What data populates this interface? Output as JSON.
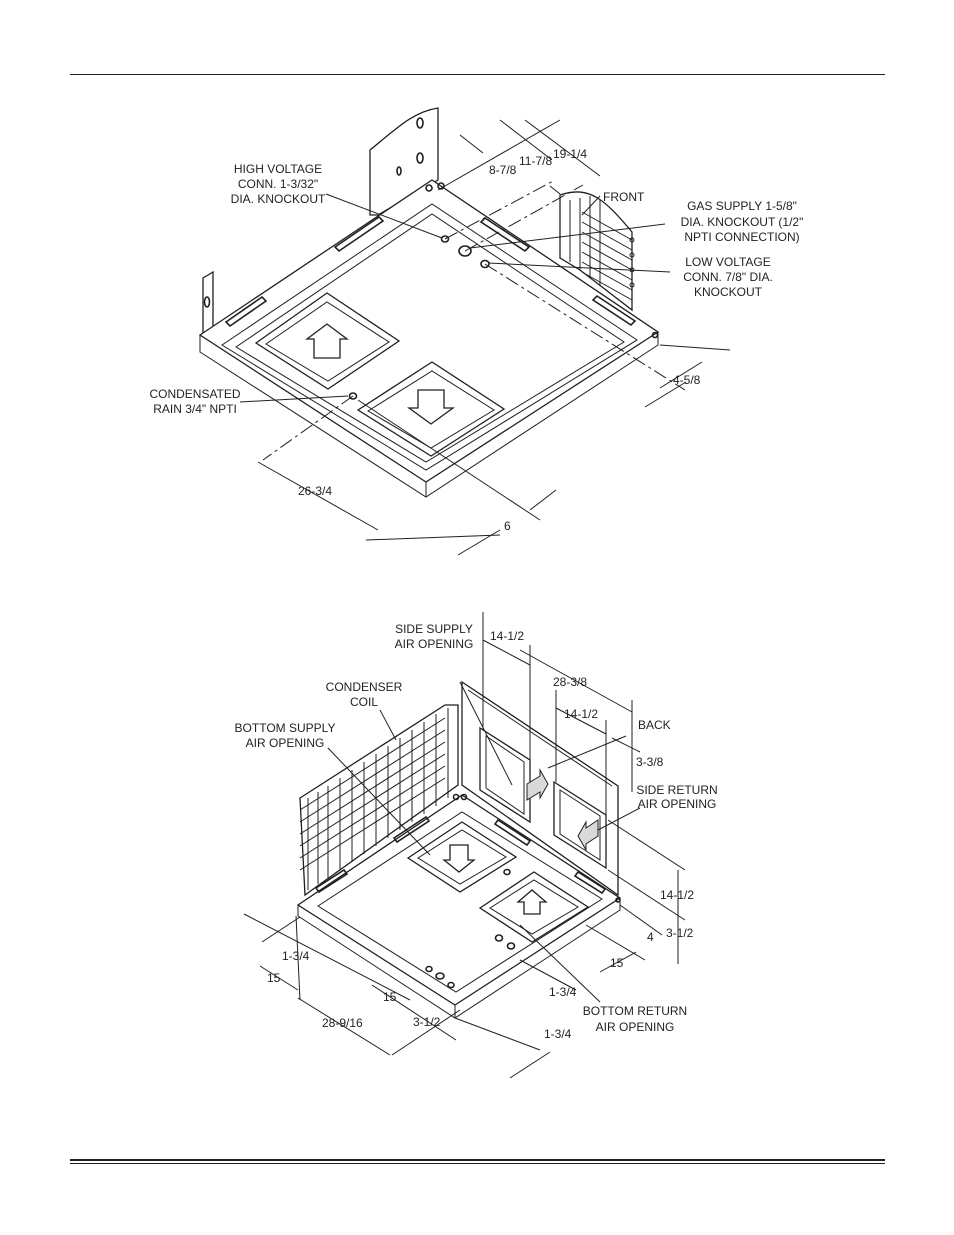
{
  "figure1": {
    "labels": {
      "high_voltage": [
        "HIGH VOLTAGE",
        "CONN. 1-3/32\"",
        "DIA. KNOCKOUT"
      ],
      "front": "FRONT",
      "gas_supply": [
        "GAS SUPPLY 1-5/8\"",
        "DIA. KNOCKOUT (1/2\"",
        "NPTI CONNECTION)"
      ],
      "low_voltage": [
        "LOW VOLTAGE",
        "CONN. 7/8\" DIA.",
        "KNOCKOUT"
      ],
      "condensated": [
        "CONDENSATED",
        "RAIN 3/4\" NPTI"
      ]
    },
    "dimensions": {
      "d_8_7_8": "8-7/8",
      "d_11_7_8": "11-7/8",
      "d_19_1_4": "19-1/4",
      "d_4_5_8": "4-5/8",
      "d_26_3_4": "26-3/4",
      "d_6": "6"
    }
  },
  "figure2": {
    "labels": {
      "side_supply": [
        "SIDE SUPPLY",
        "AIR OPENING"
      ],
      "condenser": [
        "CONDENSER",
        "COIL"
      ],
      "bottom_supply": [
        "BOTTOM SUPPLY",
        "AIR OPENING"
      ],
      "back": "BACK",
      "side_return": [
        "SIDE RETURN",
        "AIR OPENING"
      ],
      "bottom_return": [
        "BOTTOM RETURN",
        "AIR OPENING"
      ]
    },
    "dimensions": {
      "d_14_1_2_top": "14-1/2",
      "d_28_3_8": "28-3/8",
      "d_14_1_2_mid": "14-1/2",
      "d_3_3_8": "3-3/8",
      "d_14_1_2_right": "14-1/2",
      "d_4": "4",
      "d_3_1_2_right": "3-1/2",
      "d_15_right": "15",
      "d_1_3_4_right": "1-3/4",
      "d_1_3_4_left": "1-3/4",
      "d_15_left": "15",
      "d_15_mid": "15",
      "d_28_9_16": "28-9/16",
      "d_3_1_2_bottom": "3-1/2",
      "d_1_3_4_bottom": "1-3/4"
    }
  }
}
